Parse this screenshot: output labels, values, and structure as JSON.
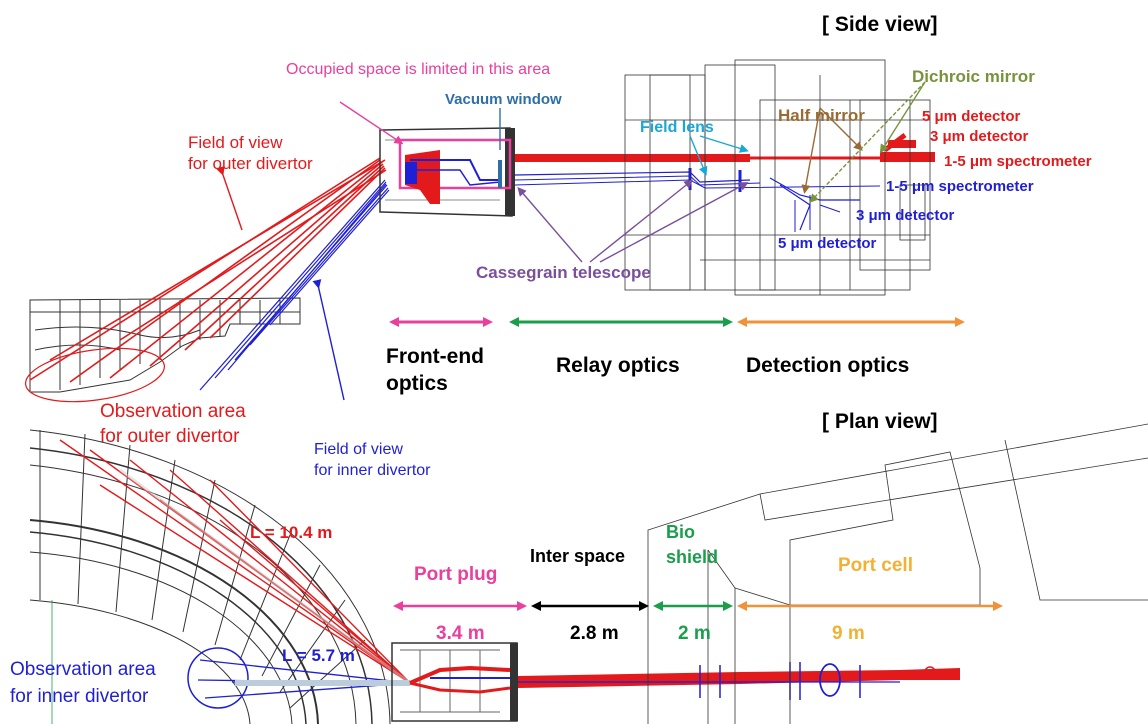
{
  "side_view_title": "[ Side view]",
  "plan_view_title": "[ Plan view]",
  "side_labels": {
    "occupied_space": "Occupied space is limited in this area",
    "vacuum_window": "Vacuum window",
    "fov_outer_1": "Field of view",
    "fov_outer_2": "for outer divertor",
    "field_lens": "Field lens",
    "half_mirror": "Half mirror",
    "dichroic_mirror": "Dichroic mirror",
    "det_red_5um": "5 μm detector",
    "det_red_3um": "3 μm detector",
    "spec_red": "1-5 μm spectrometer",
    "spec_blue": "1-5 μm spectrometer",
    "det_blue_3um": "3 μm detector",
    "det_blue_5um": "5 μm detector",
    "cassegrain": "Cassegrain telescope",
    "obs_outer_1": "Observation area",
    "obs_outer_2": "for outer divertor",
    "fov_inner_1": "Field of view",
    "fov_inner_2": "for inner divertor"
  },
  "sections": {
    "front_end_1": "Front-end",
    "front_end_2": "optics",
    "relay": "Relay optics",
    "detection": "Detection optics"
  },
  "plan_labels": {
    "l_outer": "L = 10.4 m",
    "l_inner": "L = 5.7 m",
    "port_plug": "Port plug",
    "inter_space": "Inter space",
    "bio_1": "Bio",
    "bio_2": "shield",
    "port_cell": "Port cell",
    "len_port_plug": "3.4 m",
    "len_inter": "2.8 m",
    "len_bio": "2 m",
    "len_cell": "9 m",
    "obs_inner_1": "Observation area",
    "obs_inner_2": "for inner divertor"
  },
  "colors": {
    "red": "#e31a1c",
    "blue": "#1f1fd6",
    "magenta": "#e8409c",
    "purple": "#7a4f9c",
    "green": "#1b9e4b",
    "orange": "#f0923a",
    "cyan": "#1aa7d6",
    "brown": "#9b6a33",
    "olive": "#77933c",
    "gold": "#f2b134",
    "steel": "#2f6fa8"
  }
}
